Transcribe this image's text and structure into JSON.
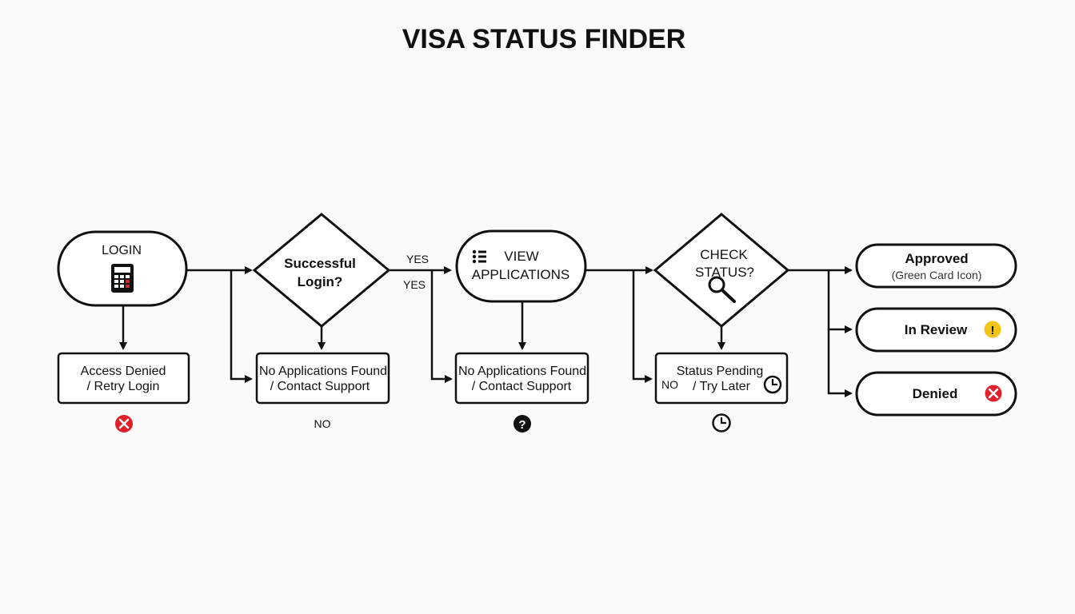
{
  "title": "VISA STATUS FINDER",
  "nodes": {
    "login": {
      "label": "LOGIN",
      "icon": "calculator-icon"
    },
    "successful_login": {
      "line1": "Successful",
      "line2": "Login?"
    },
    "view_applications": {
      "line1": "VIEW",
      "line2": "APPLICATIONS",
      "icon": "list-icon"
    },
    "check_status": {
      "line1": "CHECK",
      "line2": "STATUS?",
      "icon": "magnifier-icon"
    },
    "access_denied": {
      "line1": "Access Denied",
      "line2": "/ Retry Login",
      "icon": "red-x-icon"
    },
    "no_apps_1": {
      "line1": "No Applications Found",
      "line2": "/ Contact Support"
    },
    "no_apps_2": {
      "line1": "No Applications Found",
      "line2": "/ Contact Support",
      "icon": "question-icon"
    },
    "status_pending": {
      "line1": "Status Pending",
      "line2": "/ Try Later",
      "icon": "clock-icon"
    },
    "approved": {
      "label": "Approved",
      "sublabel": "(Green Card Icon)"
    },
    "in_review": {
      "label": "In Review",
      "icon": "warning-icon"
    },
    "denied": {
      "label": "Denied",
      "icon": "red-x-icon"
    }
  },
  "edge_labels": {
    "yes_top": "YES",
    "yes_bottom": "YES",
    "no_under_decision": "NO",
    "no_pending": "NO"
  },
  "icon_glyphs": {
    "question": "?",
    "warning": "!"
  },
  "colors": {
    "red": "#e0202a",
    "yellow": "#f2c318",
    "ink": "#111111"
  }
}
